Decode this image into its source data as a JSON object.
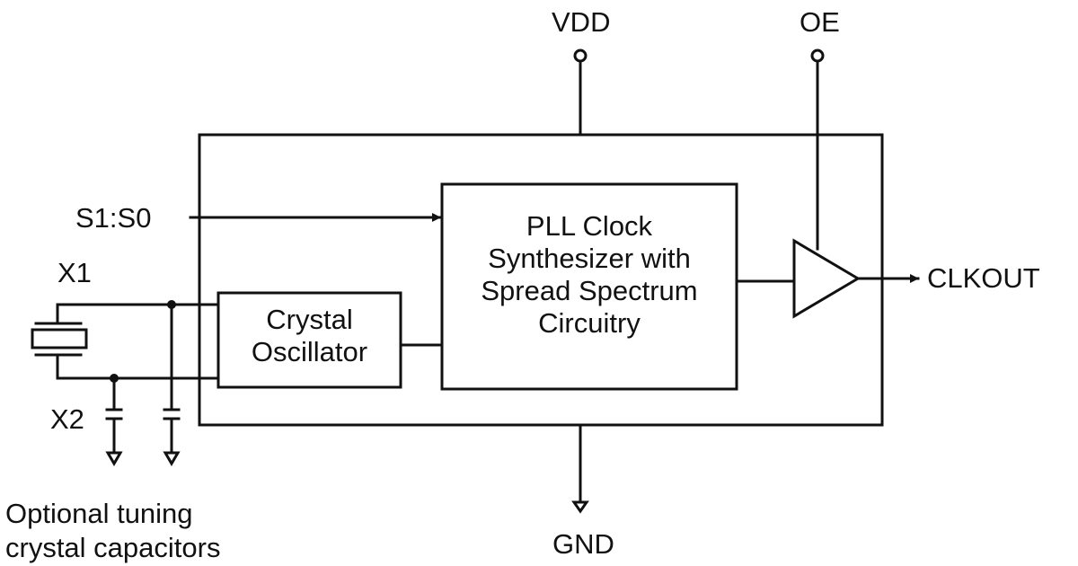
{
  "pins": {
    "vdd": "VDD",
    "oe": "OE",
    "gnd": "GND",
    "select": "S1:S0",
    "x1": "X1",
    "x2": "X2",
    "clkout": "CLKOUT"
  },
  "blocks": {
    "oscillator": [
      "Crystal",
      "Oscillator"
    ],
    "pll": [
      "PLL Clock",
      "Synthesizer with",
      "Spread Spectrum",
      "Circuitry"
    ]
  },
  "note": [
    "Optional tuning",
    "crystal capacitors"
  ]
}
